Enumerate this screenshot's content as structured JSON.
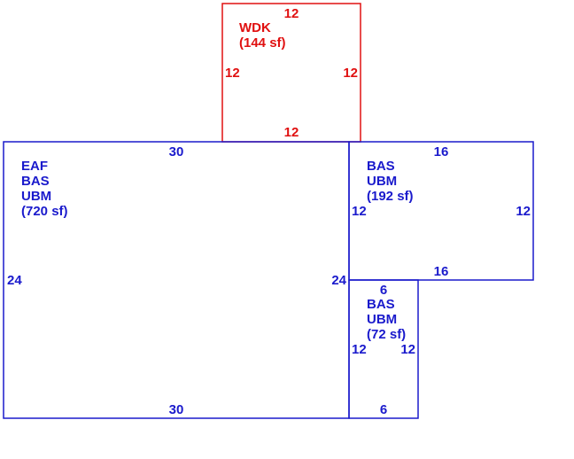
{
  "areas": {
    "deck": {
      "lines": [
        "WDK",
        "(144 sf)"
      ],
      "dims": {
        "top": "12",
        "left": "12",
        "right": "12",
        "bottom": "12"
      },
      "color": "#e01010"
    },
    "main": {
      "lines": [
        "EAF",
        "BAS",
        "UBM",
        "(720 sf)"
      ],
      "dims": {
        "top": "30",
        "left": "24",
        "right": "24",
        "bottom": "30"
      },
      "color": "#1a1acc"
    },
    "right_upper": {
      "lines": [
        "BAS",
        "UBM",
        "(192 sf)"
      ],
      "dims": {
        "top": "16",
        "left": "12",
        "right": "12",
        "bottom": "16"
      },
      "color": "#1a1acc"
    },
    "right_lower": {
      "lines": [
        "BAS",
        "UBM",
        "(72 sf)"
      ],
      "dims": {
        "top": "6",
        "left": "12",
        "right": "12",
        "bottom": "6"
      },
      "color": "#1a1acc"
    }
  }
}
